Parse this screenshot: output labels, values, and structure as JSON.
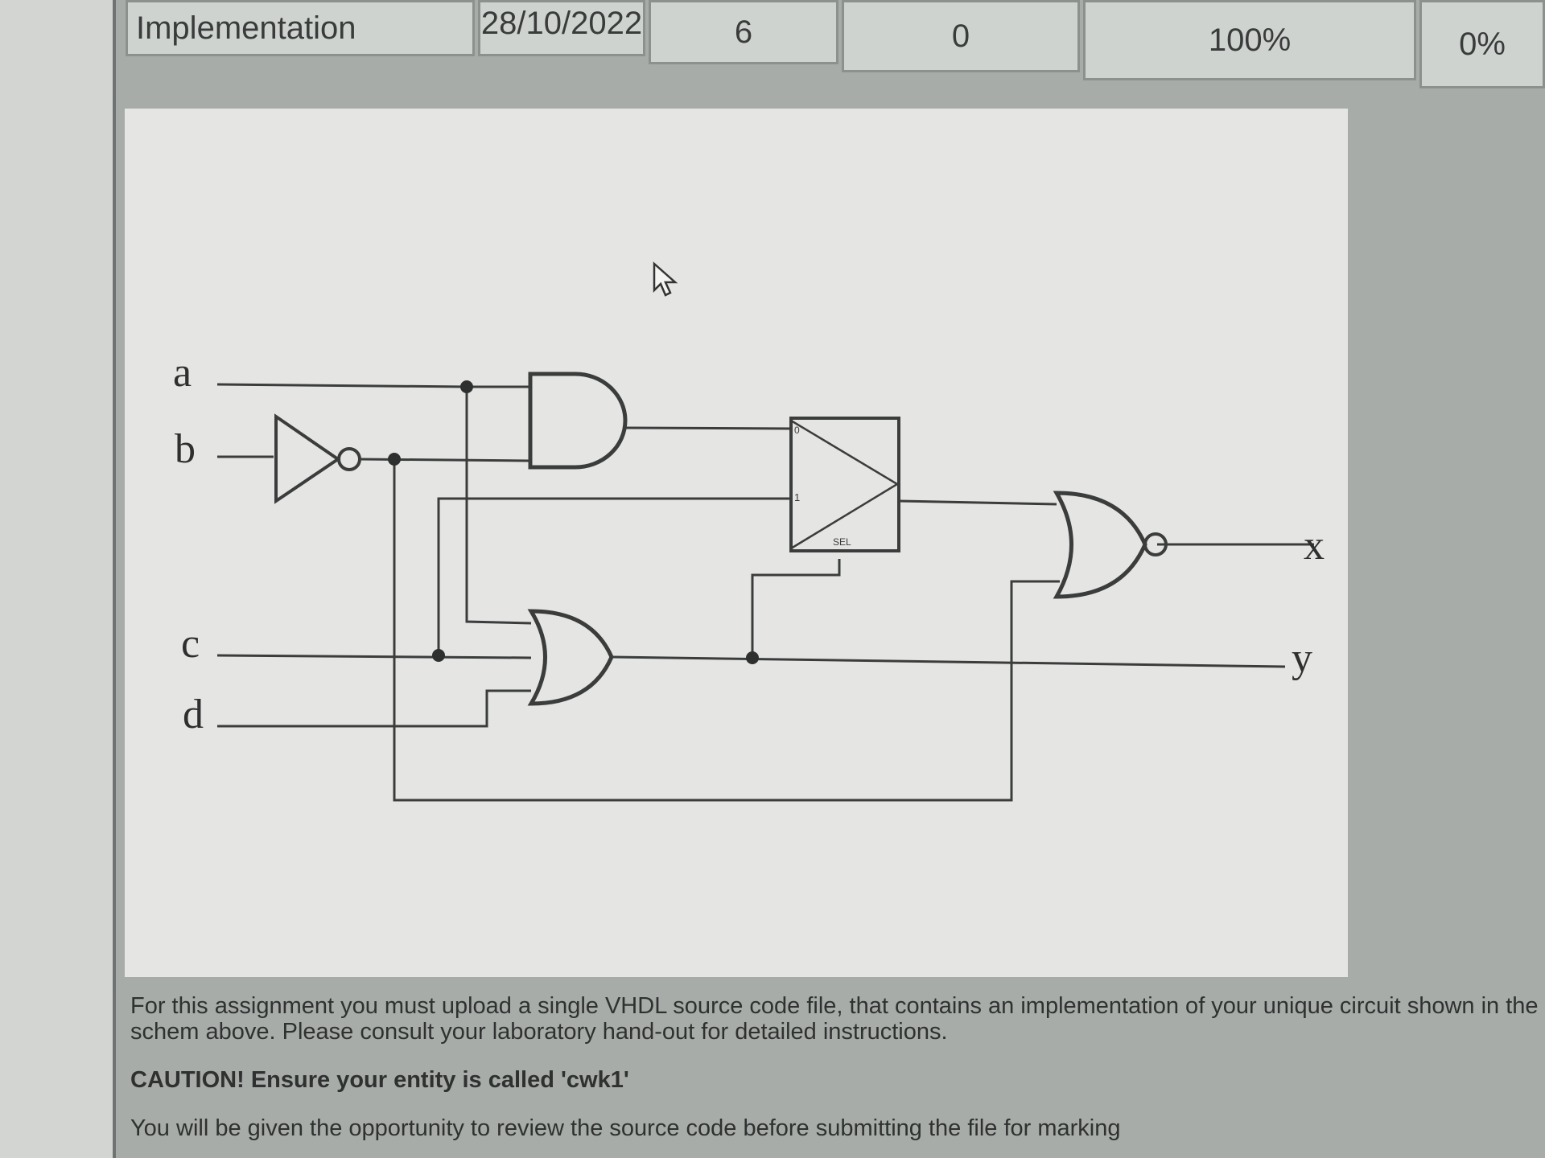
{
  "table": {
    "cells": [
      "Implementation",
      "28/10/2022",
      "6",
      "0",
      "100%",
      "0%"
    ]
  },
  "schematic": {
    "inputs": [
      "a",
      "b",
      "c",
      "d"
    ],
    "outputs": [
      "x",
      "y"
    ],
    "mux_labels": {
      "in0": "0",
      "in1": "1",
      "sel": "SEL"
    }
  },
  "instructions": {
    "paragraph1": "For this assignment you must upload a single VHDL source code file, that contains an implementation of your unique circuit shown in the schem above. Please consult your laboratory hand-out for detailed instructions.",
    "caution": "CAUTION! Ensure your entity is called 'cwk1'",
    "paragraph3": "You will be given the opportunity to review the source code before submitting the file for marking"
  }
}
